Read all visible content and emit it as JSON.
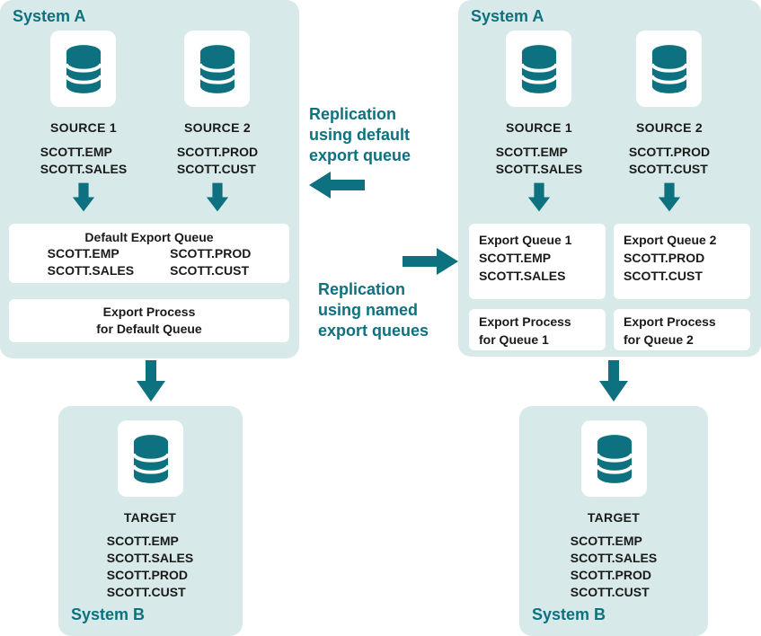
{
  "colors": {
    "teal": "#0E7180",
    "panel_bg": "#D7E9E8",
    "box_bg": "#FFFFFF",
    "text": "#1A1A1A"
  },
  "left": {
    "system_a": "System A",
    "system_b": "System B",
    "source1": {
      "label": "SOURCE 1",
      "tables": "SCOTT.EMP\nSCOTT.SALES"
    },
    "source2": {
      "label": "SOURCE 2",
      "tables": "SCOTT.PROD\nSCOTT.CUST"
    },
    "queue": {
      "title": "Default Export Queue",
      "col1": "SCOTT.EMP\nSCOTT.SALES",
      "col2": "SCOTT.PROD\nSCOTT.CUST"
    },
    "process": "Export Process\nfor Default Queue",
    "target": {
      "label": "TARGET",
      "tables": "SCOTT.EMP\nSCOTT.SALES\nSCOTT.PROD\nSCOTT.CUST"
    }
  },
  "middle": {
    "default_label": "Replication\nusing default\nexport queue",
    "named_label": "Replication\nusing named\nexport queues"
  },
  "right": {
    "system_a": "System A",
    "system_b": "System B",
    "source1": {
      "label": "SOURCE 1",
      "tables": "SCOTT.EMP\nSCOTT.SALES"
    },
    "source2": {
      "label": "SOURCE 2",
      "tables": "SCOTT.PROD\nSCOTT.CUST"
    },
    "queue1": "Export Queue 1\nSCOTT.EMP\nSCOTT.SALES",
    "queue2": "Export Queue 2\nSCOTT.PROD\nSCOTT.CUST",
    "process1": "Export Process\nfor Queue 1",
    "process2": "Export Process\nfor Queue 2",
    "target": {
      "label": "TARGET",
      "tables": "SCOTT.EMP\nSCOTT.SALES\nSCOTT.PROD\nSCOTT.CUST"
    }
  }
}
